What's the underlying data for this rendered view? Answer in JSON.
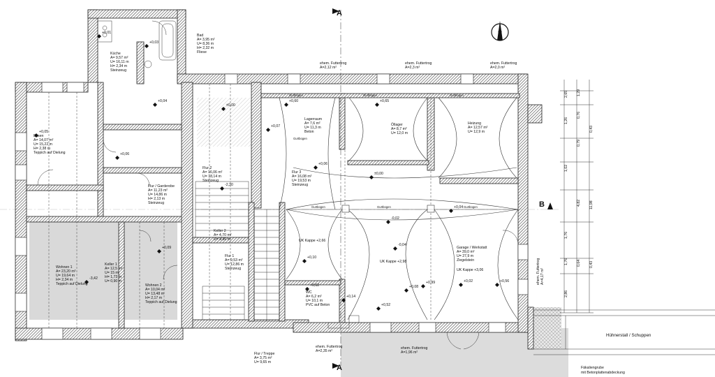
{
  "section_markers": {
    "top": "A",
    "bottom": "A",
    "right": "B"
  },
  "rooms": [
    {
      "id": "bad",
      "lines": [
        "Bad",
        "A= 3,95 m²",
        "U= 8,36 m",
        "H= 2,32 m",
        "Fliese"
      ]
    },
    {
      "id": "kueche",
      "lines": [
        "Küche",
        "A= 9,57 m²",
        "U= 16,11 m",
        "H= 2,34 m",
        "Steinzeug"
      ]
    },
    {
      "id": "essen",
      "lines": [
        "Essen",
        "A= 14,07 m²",
        "U= 15,22 m",
        "H= 2,38 m",
        "Teppich auf Dielung"
      ]
    },
    {
      "id": "wohnen1",
      "lines": [
        "Wohnen 1",
        "A= 23,20 m²",
        "U= 19,64 m",
        "H= 2,34 m",
        "Teppich auf Dielung"
      ]
    },
    {
      "id": "keller1",
      "lines": [
        "Keller 1",
        "A= 12,5 m²",
        "U= 15 m",
        "H= 1,73 m",
        "U= 0,90 m"
      ]
    },
    {
      "id": "wohnen2",
      "lines": [
        "Wohnen 2",
        "A= 10,04 m²",
        "U= 13,48 m",
        "H= 2,17 m",
        "Teppich auf Dielung"
      ]
    },
    {
      "id": "flurgard",
      "lines": [
        "Flur / Garderobe",
        "A= 11,23 m²",
        "U= 14,86 m",
        "H= 2,13 m",
        "Steinzeug"
      ]
    },
    {
      "id": "flur2",
      "lines": [
        "Flur 2",
        "A= 16,06 m²",
        "U= 18,14 m",
        "Steinzeug"
      ]
    },
    {
      "id": "keller2",
      "lines": [
        "Keller 2",
        "A= 4,70 m²",
        "U= 8,86 m"
      ]
    },
    {
      "id": "flur1",
      "lines": [
        "Flur 1",
        "A= 9,53 m²",
        "U= 12,86 m",
        "Steinzeug"
      ]
    },
    {
      "id": "flurtreppe",
      "lines": [
        "Flur / Treppe",
        "A= 3,75 m²",
        "U= 9,65 m"
      ]
    },
    {
      "id": "lagerraum",
      "lines": [
        "Lagerraum",
        "A= 7,6 m²",
        "U= 11,3 m",
        "Beton"
      ]
    },
    {
      "id": "flur3",
      "lines": [
        "Flur 3",
        "A= 16,08 m²",
        "U= 19,53 m",
        "Steinzeug"
      ]
    },
    {
      "id": "oellager",
      "lines": [
        "Öllager",
        "A= 8,7 m²",
        "U= 12,0 m"
      ]
    },
    {
      "id": "heizung",
      "lines": [
        "Heizung",
        "A= 12,57 m²",
        "U= 12,9 m"
      ]
    },
    {
      "id": "garage",
      "lines": [
        "Garage / Werkstatt",
        "A= 39,0 m²",
        "U= 27,9 m",
        "Ziegelstein"
      ]
    },
    {
      "id": "wc",
      "lines": [
        "WC",
        "A= 6,2 m²",
        "U= 10,1 m",
        "PVC auf Beton"
      ]
    }
  ],
  "annotations": {
    "futtertrog_1": [
      "ehem. Futtertrog",
      "A=2,12 m²"
    ],
    "futtertrog_2": [
      "ehem. Futtertrog",
      "A=2,3 m²"
    ],
    "futtertrog_3": [
      "ehem. Futtertrog",
      "A=2,0 m²"
    ],
    "futtertrog_4": [
      "ehem. Futtertrog",
      "A=2,35 m²"
    ],
    "futtertrog_5": [
      "ehem. Futtertrog",
      "A=1,96 m²"
    ],
    "futtertrog_6": [
      "ehem. Futtertrog",
      "A=4,17 m²"
    ],
    "huehnerstall": "Hühnerstall / Schuppen",
    "faekalien": [
      "Fäkaliengrube",
      "mit Betonplattenabdeckung"
    ],
    "uk_kappe_1": "UK Kappe +2,66",
    "uk_kappe_2": "UK Kappe +2,98",
    "uk_kappe_3": "UK Kappe +3,06",
    "gurtbogen": "Gurtbogen"
  },
  "levels": [
    "+0,01",
    "+0,03",
    "+0,04",
    "+0,05",
    "+0,06",
    "+0,09",
    "±0,00",
    "+0,07",
    "+0,60",
    "+0,65",
    "±0,00",
    "+0,06",
    "-0,02",
    "-0,04",
    "+0,04",
    "+0,10",
    "+0,02",
    "+0,56",
    "+0,08",
    "+0,99",
    "+0,52",
    "+0,62",
    "+0,14",
    "-3,42",
    "-2,30"
  ],
  "dims_right": [
    "2,65",
    "1,26",
    "1,02",
    "1,76",
    "4,82",
    "0,64",
    "1,76",
    "2,86",
    "11,98",
    "1,29",
    "0,79",
    "0,76",
    "0,43",
    "0,43"
  ],
  "colors": {
    "wall_hatch": "#555555",
    "shade": "#d9d9d9",
    "line": "#222222"
  }
}
